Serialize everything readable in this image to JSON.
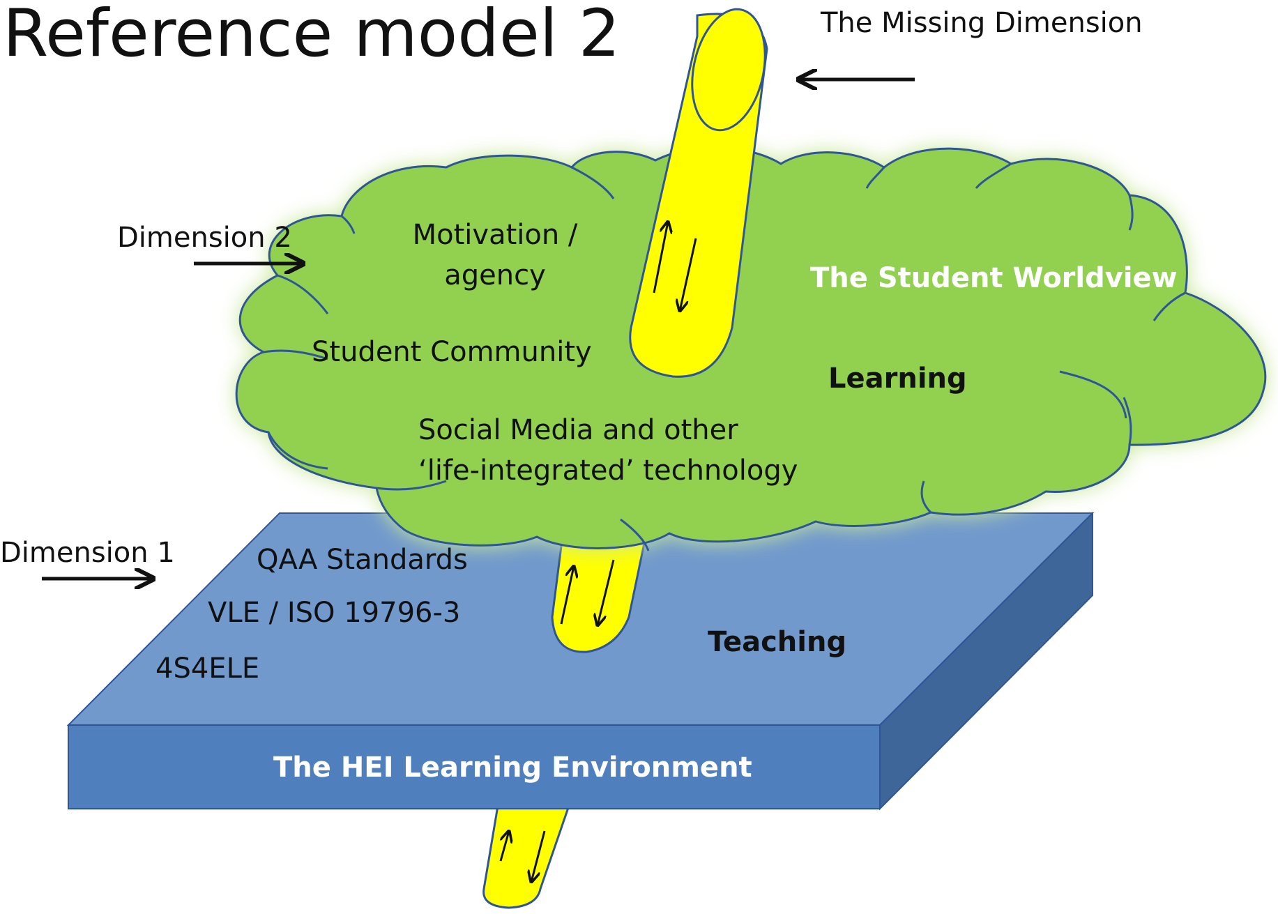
{
  "title": "Reference model 2",
  "annotations": {
    "missing_dimension": "The Missing Dimension",
    "dimension_2": "Dimension 2",
    "dimension_1": "Dimension 1"
  },
  "cloud": {
    "motivation_line1": "Motivation /",
    "motivation_line2": "agency",
    "student_community": "Student Community",
    "social_media_line1": "Social Media and other",
    "social_media_line2": "‘life-integrated’ technology",
    "worldview": "The Student Worldview",
    "learning": "Learning"
  },
  "platform": {
    "qaa": "QAA Standards",
    "vle": "VLE / ISO 19796-3",
    "code": "4S4ELE",
    "teaching": "Teaching",
    "front_label": "The HEI Learning  Environment"
  },
  "colors": {
    "cloud_fill": "#92d050",
    "cloud_stroke": "#2f5597",
    "platform_top": "#7199cc",
    "platform_front": "#4f7fbd",
    "platform_side": "#3f6699",
    "cylinder_fill": "#ffff00",
    "worldview_text": "#ffffff"
  }
}
